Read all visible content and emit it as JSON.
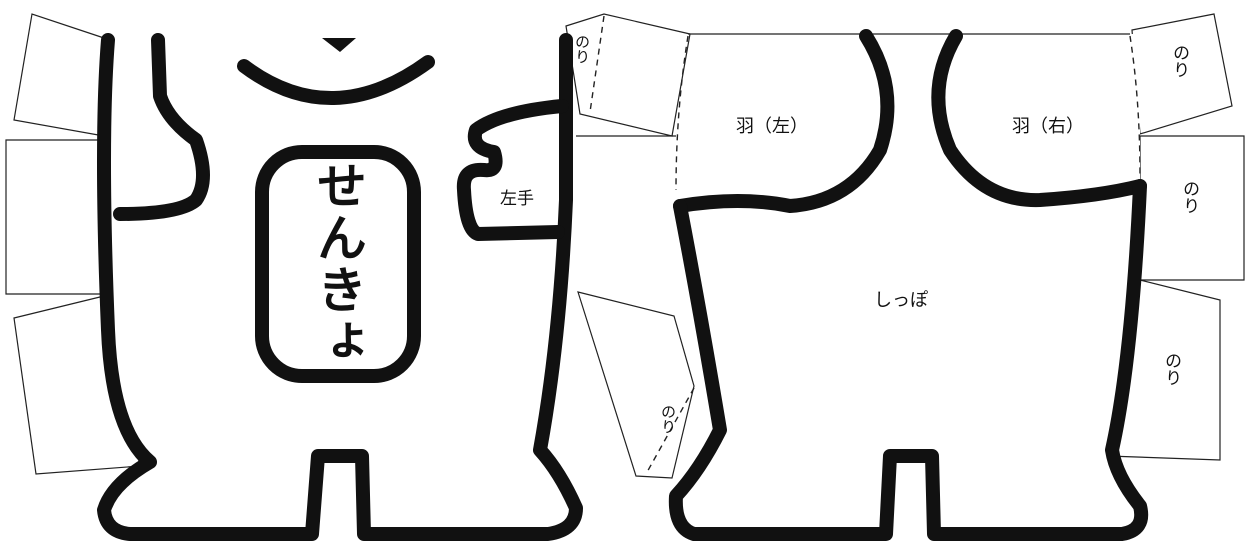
{
  "name_panel": {
    "text": "せんきょ"
  },
  "labels": {
    "left_hand": "左手",
    "wing_left": "羽（左）",
    "wing_right": "羽（右）",
    "tail": "しっぽ",
    "glue": "のり"
  },
  "colors": {
    "outline": "#111111",
    "paper": "#ffffff",
    "thin_line": "#222222"
  }
}
